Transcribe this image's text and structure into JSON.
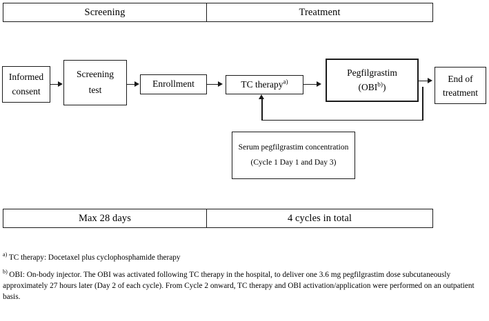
{
  "top_phase_bar": {
    "cells": [
      {
        "label": "Screening"
      },
      {
        "label": "Treatment"
      }
    ]
  },
  "bottom_phase_bar": {
    "cells": [
      {
        "label": "Max 28 days"
      },
      {
        "label": "4 cycles in total"
      }
    ]
  },
  "flow": {
    "informed_consent": {
      "line1": "Informed",
      "line2": "consent"
    },
    "screening_test": {
      "line1": "Screening",
      "line2": "test"
    },
    "enrollment": {
      "line1": "Enrollment"
    },
    "tc_therapy": {
      "line1": "TC therapy",
      "superscript": "a)"
    },
    "pegfilgrastim": {
      "line1": "Pegfilgrastim",
      "line2_open": "(OBI",
      "superscript": "b)",
      "line2_close": ")"
    },
    "end_of_treatment": {
      "line1": "End of",
      "line2": "treatment"
    },
    "serum_sampling": {
      "line1": "Serum pegfilgrastim concentration",
      "line2": "(Cycle 1 Day 1 and Day 3)"
    }
  },
  "footnotes": [
    {
      "marker": "a)",
      "text": "TC therapy: Docetaxel plus cyclophosphamide therapy"
    },
    {
      "marker": "b)",
      "text": "OBI: On-body injector. The OBI was activated following TC therapy in the hospital, to deliver one 3.6 mg pegfilgrastim dose subcutaneously approximately 27 hours later (Day 2 of each cycle). From Cycle 2 onward, TC therapy and OBI activation/application were performed on an outpatient basis."
    }
  ],
  "colors": {
    "line": "#1a1a1a",
    "background": "#ffffff"
  }
}
